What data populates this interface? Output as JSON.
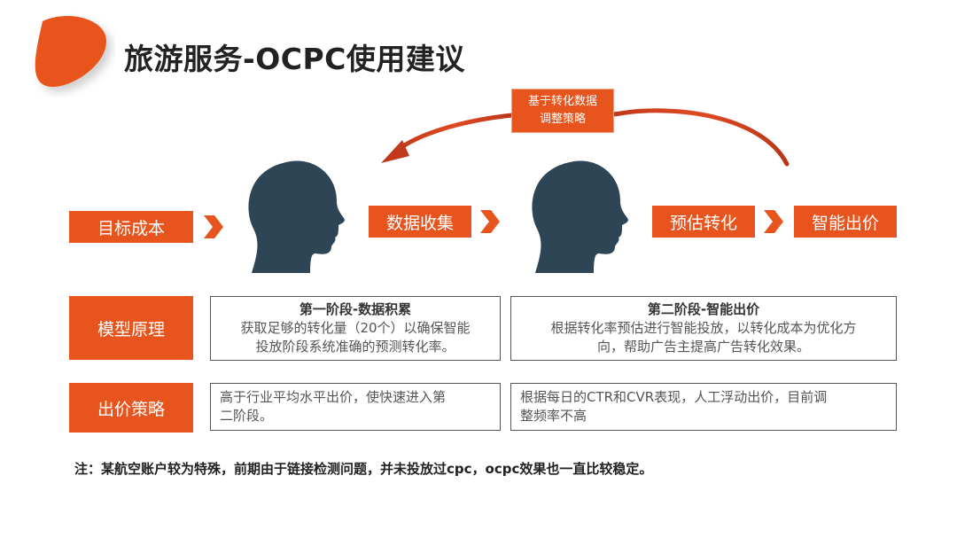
{
  "title": "旅游服务-OCPC使用建议",
  "colors": {
    "accent": "#e8541e",
    "head": "#2e4556",
    "text": "#333333"
  },
  "feedback_note": {
    "line1": "基于转化数据",
    "line2": "调整策略"
  },
  "flow": {
    "target_cost": "目标成本",
    "data_collect": "数据收集",
    "estimate_conversion": "预估转化",
    "smart_bid": "智能出价"
  },
  "rows": {
    "model_label": "模型原理",
    "bid_label": "出价策略"
  },
  "stage1": {
    "title": "第一阶段-数据积累",
    "line1": "获取足够的转化量（20个）以确保智能",
    "line2": "投放阶段系统准确的预测转化率。"
  },
  "stage2": {
    "title": "第二阶段-智能出价",
    "line1": "根据转化率预估进行智能投放，以转化成本为优化方",
    "line2": "向，帮助广告主提高广告转化效果。"
  },
  "bid1": {
    "line1": "高于行业平均水平出价，使快速进入第",
    "line2": "二阶段。"
  },
  "bid2": {
    "line1": "根据每日的CTR和CVR表现，人工浮动出价，目前调",
    "line2": "整频率不高"
  },
  "footnote": "注：某航空账户较为特殊，前期由于链接检测问题，并未投放过cpc，ocpc效果也一直比较稳定。"
}
